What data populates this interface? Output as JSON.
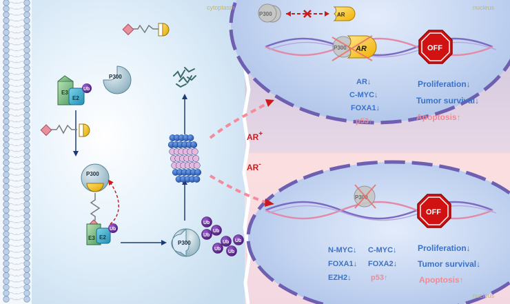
{
  "regions": {
    "cytoplasm": "cytoplasm",
    "nucleus_top": "nucleus",
    "nucleus_bottom": "nucleus"
  },
  "proteins": {
    "p300": "P300",
    "ar": "AR",
    "e3": "E3",
    "e2": "E2",
    "ub": "Ub",
    "off": "OFF"
  },
  "conditions": {
    "ar_positive": {
      "base": "AR",
      "sup": "+"
    },
    "ar_negative": {
      "base": "AR",
      "sup": "-"
    }
  },
  "ar_positive_markers": {
    "down": [
      "AR↓",
      "C-MYC↓",
      "FOXA1↓"
    ],
    "up": [
      "p53↑"
    ]
  },
  "ar_positive_outcomes": [
    "Proliferation↓",
    "Tumor survival↓",
    "Apoptosis↑"
  ],
  "ar_negative_markers": {
    "col1": [
      "N-MYC↓",
      "FOXA1↓",
      "EZH2↓"
    ],
    "col2_down": [
      "C-MYC↓",
      "FOXA2↓"
    ],
    "col2_up": [
      "p53↑"
    ]
  },
  "ar_negative_outcomes": [
    "Proliferation↓",
    "Tumor survival↓",
    "Apoptosis↑"
  ],
  "colors": {
    "marker_text": "#3a72c8",
    "up_text": "#f08a92",
    "arrow_dark": "#1a3a78",
    "arrow_red": "#cc1a1a",
    "arrow_pink": "#f28c9c",
    "stop_red": "#d11212",
    "ub_purple": "#6a2d9c"
  }
}
